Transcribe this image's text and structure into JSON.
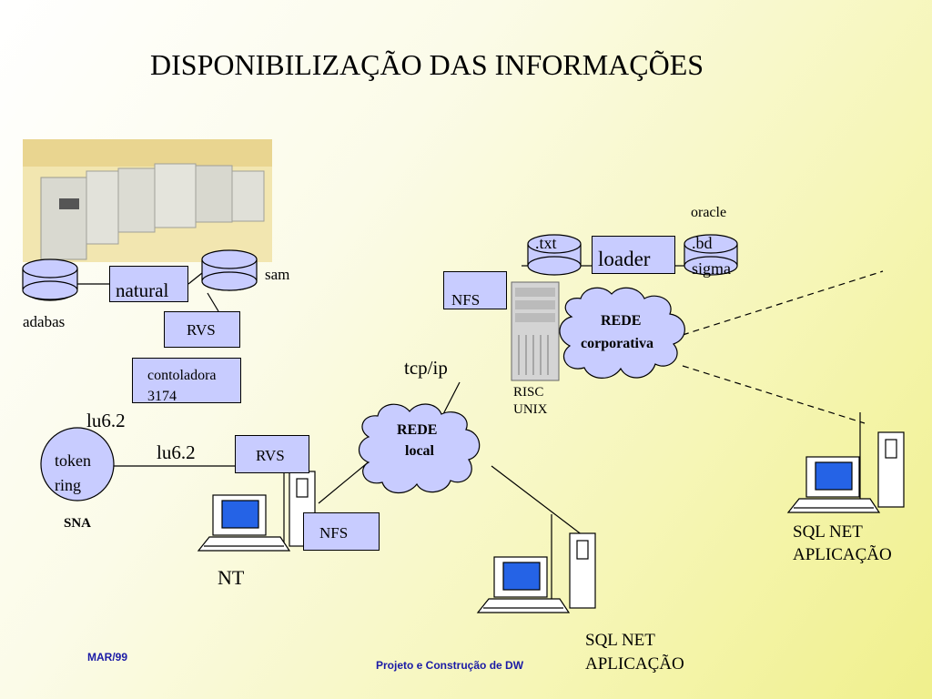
{
  "title": "DISPONIBILIZAÇÃO DAS INFORMAÇÕES",
  "colors": {
    "box_fill": "#c8ccff",
    "cloud_fill": "#c8ccff",
    "footer_text": "#1a1aa6",
    "screen": "#2563e6"
  },
  "icons": [
    "mainframe-photo",
    "database-cylinder-icon",
    "server-tower-icon",
    "workstation-icon",
    "cloud-icon"
  ],
  "labels": {
    "adabas": "adabas",
    "sam": "sam",
    "natural": "natural",
    "rvs_top": "RVS",
    "controladora_line1": "contoladora",
    "controladora_line2": "3174",
    "lu62_a": "lu6.2",
    "lu62_b": "lu6.2",
    "token_line1": "token",
    "token_line2": "ring",
    "sna": "SNA",
    "rvs_nt": "RVS",
    "nfs_nt": "NFS",
    "nt": "NT",
    "tcpip": "tcp/ip",
    "rede_local_line1": "REDE",
    "rede_local_line2": "local",
    "nfs_risc": "NFS",
    "risc_line1": "RISC",
    "risc_line2": "UNIX",
    "txt": ".txt",
    "loader": "loader",
    "oracle": "oracle",
    "bd": ".bd",
    "sigma": "sigma",
    "rede_corp_line1": "REDE",
    "rede_corp_line2": "corporativa",
    "sql_net_right_line1": "SQL NET",
    "sql_net_right_line2": "APLICAÇÃO",
    "sql_net_bottom_line1": "SQL NET",
    "sql_net_bottom_line2": "APLICAÇÃO"
  },
  "footer": {
    "date": "MAR/99",
    "subtitle": "Projeto e Construção de DW"
  }
}
